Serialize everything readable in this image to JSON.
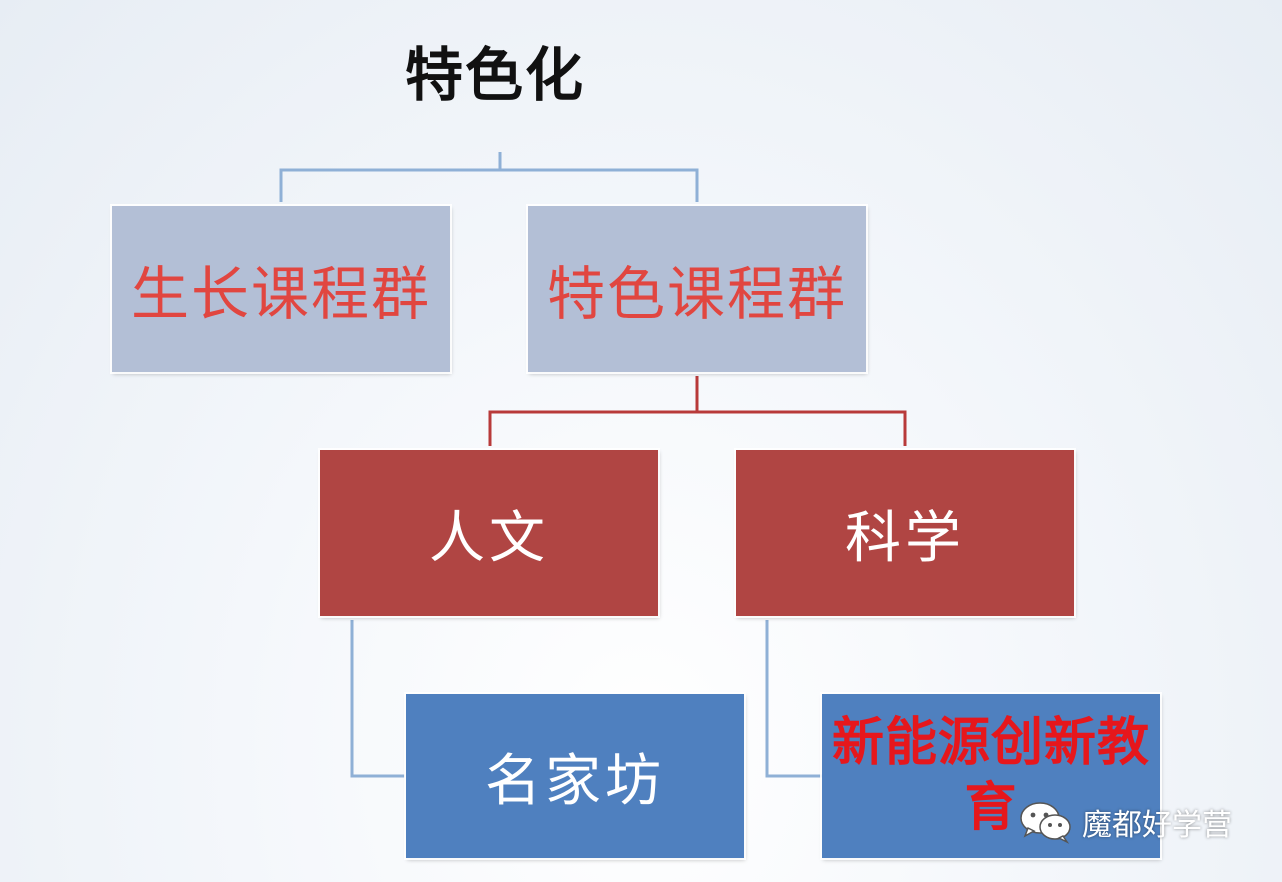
{
  "title": "特色化",
  "level1": {
    "left": "生长课程群",
    "right": "特色课程群"
  },
  "level2": {
    "left": "人文",
    "right": "科学"
  },
  "level3": {
    "left": "名家坊",
    "right": "新能源创新教育"
  },
  "watermark": {
    "icon": "wechat-icon",
    "label": "魔都好学营"
  },
  "colors": {
    "light_box": "#b3bfd6",
    "light_text": "#e14640",
    "red_box": "#b04543",
    "blue_box": "#4f80bf",
    "emph_text": "#e6171c",
    "blue_connector": "#8fb0d6",
    "red_connector": "#b83a3a"
  }
}
